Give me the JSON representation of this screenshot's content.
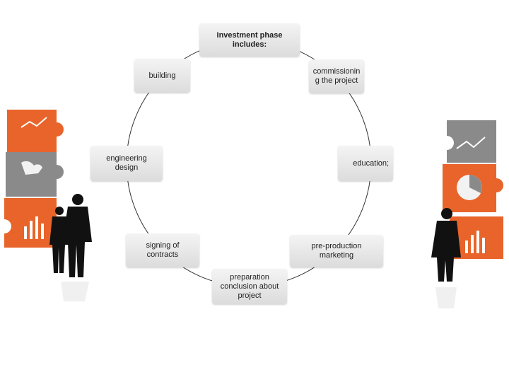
{
  "diagram": {
    "nodes": [
      {
        "id": "top",
        "label": "Investment phase includes:"
      },
      {
        "id": "commissioning",
        "label": "commissionin g the project"
      },
      {
        "id": "education",
        "label": "education;"
      },
      {
        "id": "marketing",
        "label": "pre-production marketing"
      },
      {
        "id": "conclusion",
        "label": "preparation conclusion about project"
      },
      {
        "id": "contracts",
        "label": "signing of contracts"
      },
      {
        "id": "design",
        "label": "engineering design"
      },
      {
        "id": "building",
        "label": "building"
      }
    ]
  },
  "colors": {
    "node_bg": "#e6e6e6",
    "ring": "#333333",
    "puzzle_orange": "#e8642a",
    "puzzle_gray": "#8a8a8a",
    "silhouette": "#111111"
  },
  "icons": [
    "puzzle-left-icon",
    "puzzle-right-icon",
    "businessman-silhouette-icon"
  ]
}
